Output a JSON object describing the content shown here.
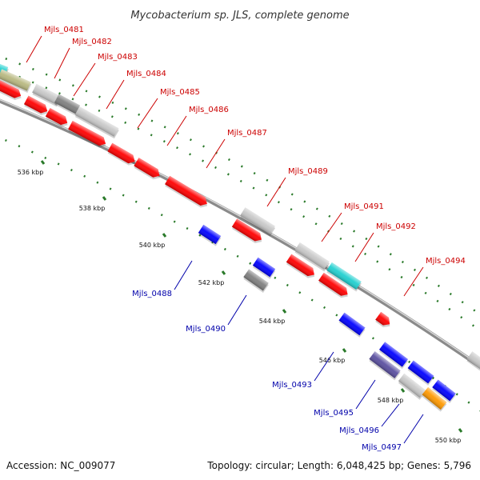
{
  "header": {
    "title": "Mycobacterium sp. JLS, complete genome"
  },
  "footer": {
    "accession": "Accession: NC_009077",
    "summary": "Topology: circular; Length: 6,048,425 bp; Genes: 5,796"
  },
  "colors": {
    "forward_label": "#cc0000",
    "reverse_label": "#0000aa",
    "backbone": "#777777",
    "tick": "#2a7a2a"
  },
  "scale": {
    "ticks": [
      {
        "label": "536 kbp"
      },
      {
        "label": "538 kbp"
      },
      {
        "label": "540 kbp"
      },
      {
        "label": "542 kbp"
      },
      {
        "label": "544 kbp"
      },
      {
        "label": "546 kbp"
      },
      {
        "label": "548 kbp"
      },
      {
        "label": "550 kbp"
      }
    ]
  },
  "genes": [
    {
      "id": "Mjls_0481",
      "strand": "forward",
      "color": "#b8b880"
    },
    {
      "id": "Mjls_0482",
      "strand": "forward",
      "color": "#c8c8c8"
    },
    {
      "id": "Mjls_0483",
      "strand": "forward",
      "color": "#808080"
    },
    {
      "id": "Mjls_0484",
      "strand": "forward",
      "color": "#c8c8c8"
    },
    {
      "id": "Mjls_0485",
      "strand": "forward",
      "color": "#ff0000"
    },
    {
      "id": "Mjls_0486",
      "strand": "forward",
      "color": "#ff0000"
    },
    {
      "id": "Mjls_0487",
      "strand": "forward",
      "color": "#ff0000"
    },
    {
      "id": "Mjls_0488",
      "strand": "reverse",
      "color": "#0000ff"
    },
    {
      "id": "Mjls_0489",
      "strand": "forward",
      "color": "#c8c8c8"
    },
    {
      "id": "Mjls_0490",
      "strand": "reverse",
      "color": "#808080"
    },
    {
      "id": "Mjls_0491",
      "strand": "forward",
      "color": "#c8c8c8"
    },
    {
      "id": "Mjls_0492",
      "strand": "forward",
      "color": "#20d0d0"
    },
    {
      "id": "Mjls_0493",
      "strand": "reverse",
      "color": "#0000ff"
    },
    {
      "id": "Mjls_0494",
      "strand": "forward",
      "color": "#ff0000"
    },
    {
      "id": "Mjls_0495",
      "strand": "reverse",
      "color": "#5a4fa0"
    },
    {
      "id": "Mjls_0496",
      "strand": "reverse",
      "color": "#c8c8c8"
    },
    {
      "id": "Mjls_0497",
      "strand": "reverse",
      "color": "#ff9900"
    }
  ]
}
